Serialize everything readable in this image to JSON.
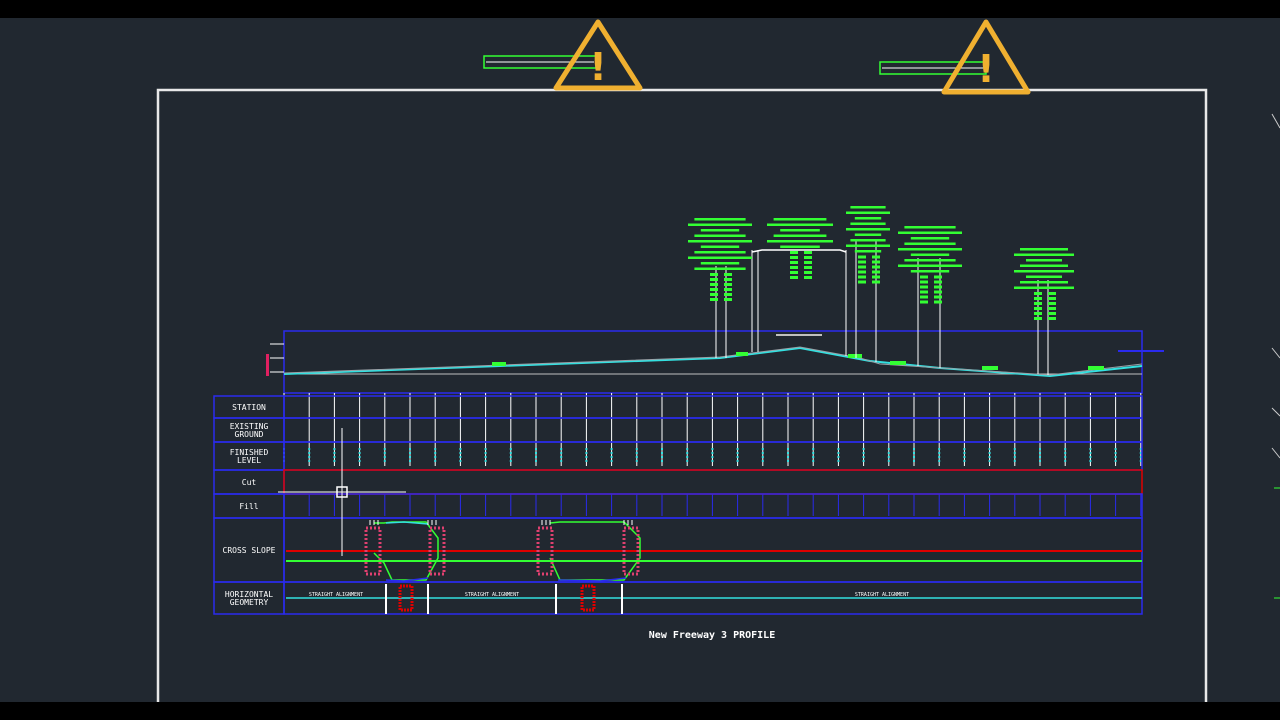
{
  "drawing": {
    "title": "New Freeway 3 PROFILE",
    "row_labels": [
      {
        "id": "station",
        "lines": [
          "STATION"
        ]
      },
      {
        "id": "existing-ground",
        "lines": [
          "EXISTING",
          "GROUND"
        ]
      },
      {
        "id": "finished-level",
        "lines": [
          "FINISHED",
          "LEVEL"
        ]
      },
      {
        "id": "cut",
        "lines": [
          "Cut"
        ]
      },
      {
        "id": "fill",
        "lines": [
          "Fill"
        ]
      },
      {
        "id": "cross-slope",
        "lines": [
          "CROSS SLOPE"
        ]
      },
      {
        "id": "horizontal-geometry",
        "lines": [
          "HORIZONTAL",
          "GEOMETRY"
        ]
      }
    ],
    "horizontal_geometry_labels": [
      "STRAIGHT ALIGNMENT",
      "STRAIGHT ALIGNMENT",
      "STRAIGHT ALIGNMENT"
    ]
  },
  "icons": [
    "warning-icon",
    "warning-icon",
    "cursor-crosshair-icon"
  ],
  "colors": {
    "background": "#212830",
    "frame": "#e8e8e8",
    "band_border": "#2a2aee",
    "profile_line": "#33e0e0",
    "annotation": "#33ff33",
    "cut_row": "#e00000",
    "warning": "#f0b030"
  }
}
